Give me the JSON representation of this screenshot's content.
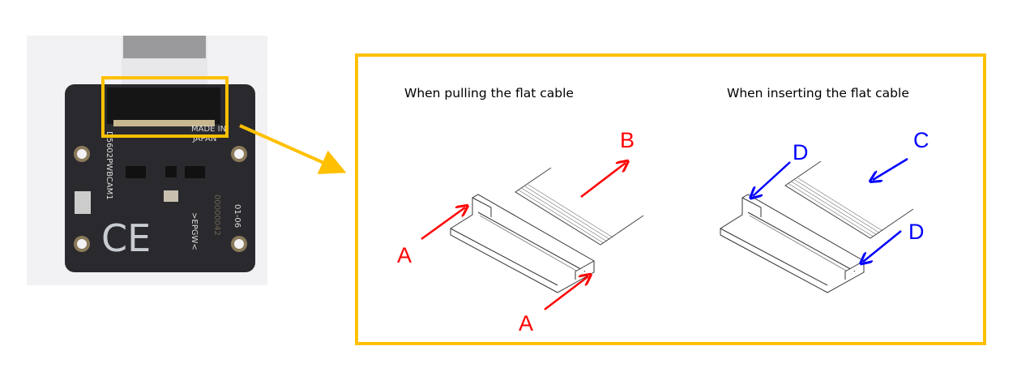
{
  "colors": {
    "highlight": "#ffc000",
    "pull_arrows": "#ff0000",
    "insert_arrows": "#0000ff"
  },
  "photo": {
    "board_markings": [
      "MADE IN",
      "JAPAN",
      "D5602PWBCAM1",
      "00000042",
      "01-06",
      ">EPGW<",
      "CE"
    ]
  },
  "diagram": {
    "pulling": {
      "title": "When pulling the flat cable",
      "labels": {
        "a1": "A",
        "a2": "A",
        "b": "B"
      }
    },
    "inserting": {
      "title": "When inserting the flat cable",
      "labels": {
        "d1": "D",
        "c": "C",
        "d2": "D"
      }
    }
  }
}
